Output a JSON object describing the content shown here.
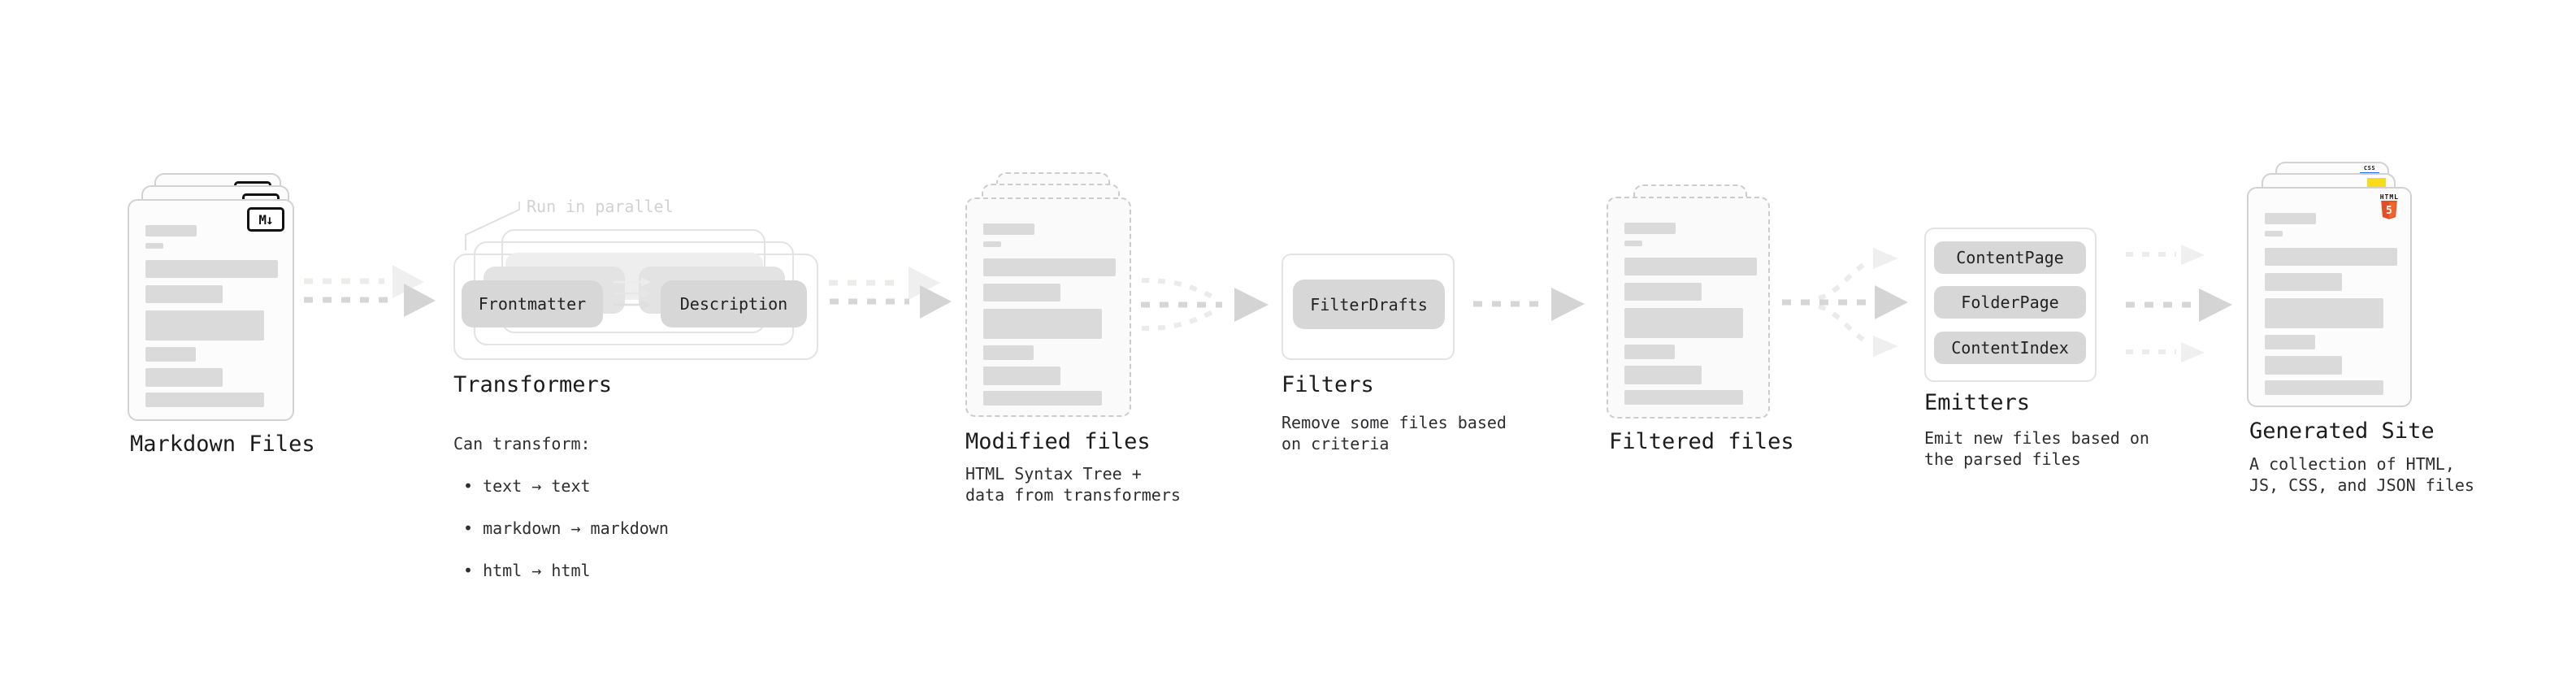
{
  "colors": {
    "ink": "#1c1c1e",
    "body-ink": "#2e2e30",
    "faint-ink": "#d2d2d2",
    "pill-bg": "#d7d7d7",
    "pill-ghost-1": "#e3e3e3",
    "pill-ghost-2": "#eeeeee",
    "bar": "#dadada",
    "card-border": "#d2d2d2",
    "dashed-border": "#cccccc",
    "box-border": "#e3e3e3",
    "arrow-main": "#d4d4d4",
    "arrow-dash": "#d6d6d6",
    "arrow-ghost": "#ececeb",
    "arrow-ghost-head": "#efefef",
    "js-yellow": "#f5de19",
    "css-blue": "#2965f1",
    "html5-orange": "#e44d26",
    "html5-orange-light": "#f16529"
  },
  "stages": {
    "markdown": {
      "title": "Markdown Files",
      "badge": "M↓"
    },
    "transformers": {
      "title": "Transformers",
      "note": "Run in parallel",
      "pill_left": "Frontmatter",
      "pill_right": "Description",
      "desc_heading": "Can transform:",
      "bullets": [
        "• text → text",
        "• markdown → markdown",
        "• html → html"
      ]
    },
    "modified": {
      "title": "Modified files",
      "desc": "HTML Syntax Tree +\ndata from transformers"
    },
    "filters": {
      "title": "Filters",
      "pill": "FilterDrafts",
      "desc": "Remove some files based\non criteria"
    },
    "filtered": {
      "title": "Filtered files"
    },
    "emitters": {
      "title": "Emitters",
      "pills": [
        "ContentPage",
        "FolderPage",
        "ContentIndex"
      ],
      "desc": "Emit new files based on\nthe parsed files"
    },
    "generated": {
      "title": "Generated Site",
      "desc": "A collection of HTML,\nJS, CSS, and JSON files",
      "badge_css": "CSS",
      "badge_html_label": "HTML",
      "badge_html_number": "5"
    }
  }
}
